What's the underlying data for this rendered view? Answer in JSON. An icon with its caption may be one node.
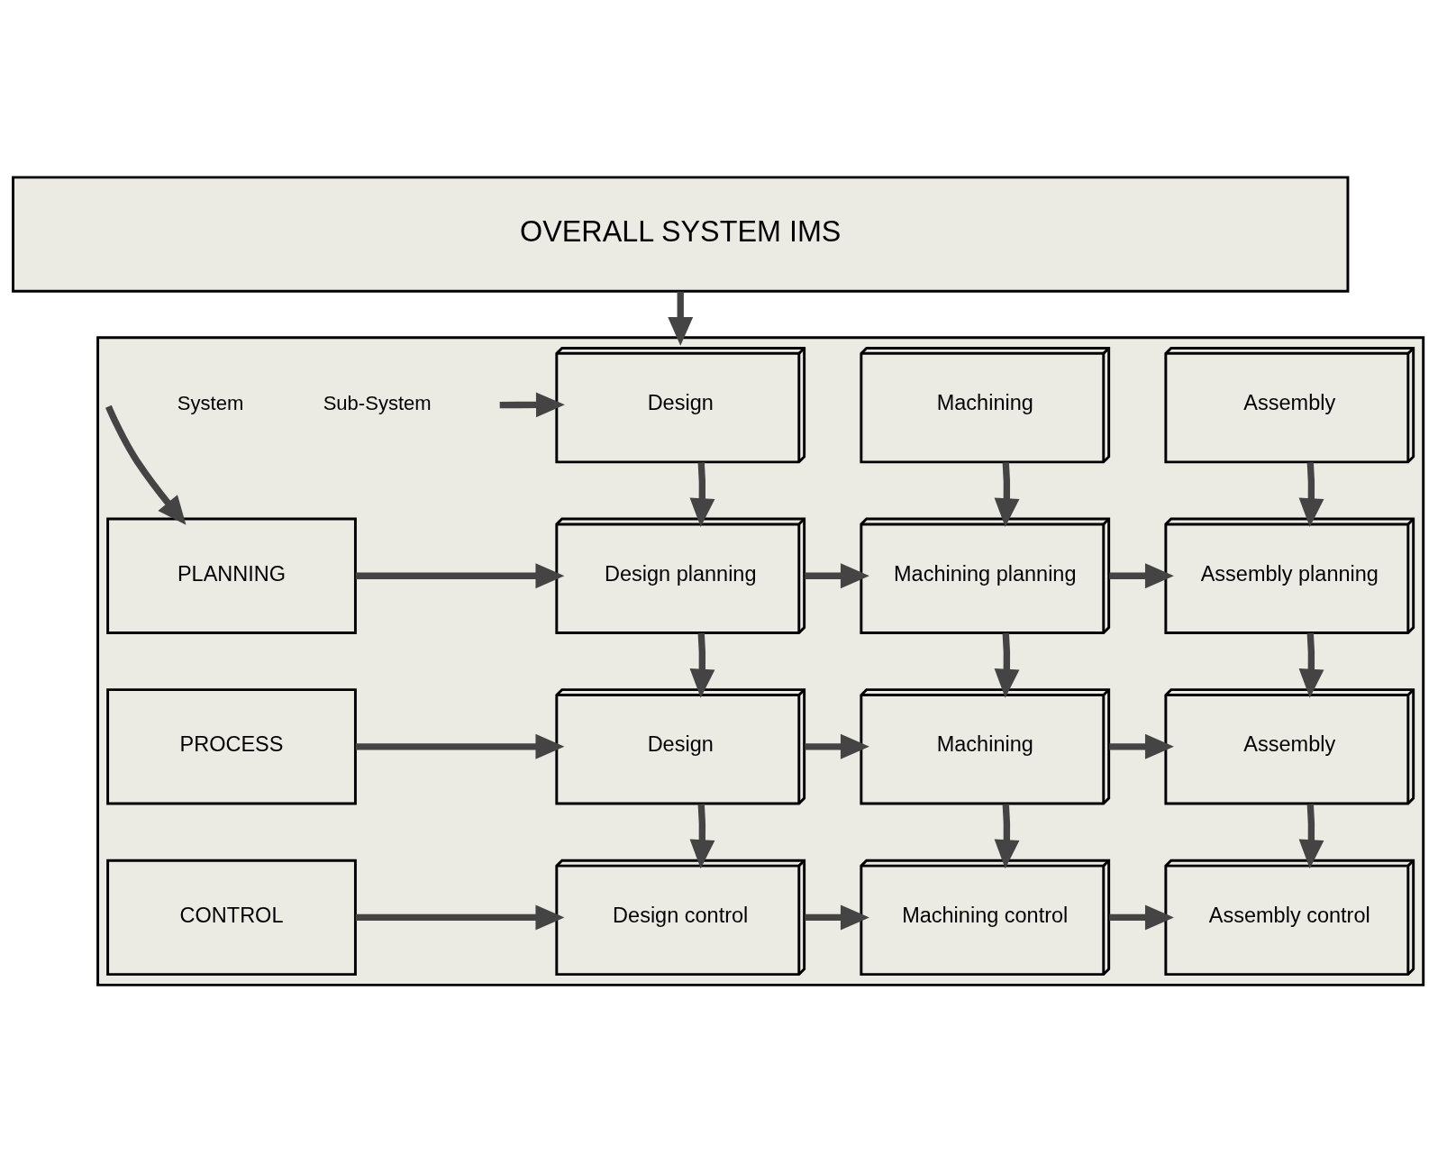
{
  "diagram": {
    "nodes": [
      {
        "text": [
          "OVERALL SYSTEM IMS"
        ]
      },
      {
        "text": [],
        "shape": "box"
      },
      {
        "text": [
          "Design"
        ],
        "in": 1
      },
      {
        "text": [
          "Machining"
        ],
        "in": 1
      },
      {
        "text": [
          "Assembly"
        ],
        "in": 1
      },
      {
        "text": [
          "PLANNING"
        ],
        "in": 1
      },
      {
        "text": [
          "Design planning"
        ],
        "in": 1
      },
      {
        "text": [
          "Machining planning"
        ],
        "in": 1
      },
      {
        "text": [
          "Assembly planning"
        ],
        "in": 1
      },
      {
        "text": [
          "PROCESS"
        ],
        "in": 1
      },
      {
        "text": [
          "Design"
        ],
        "in": 1
      },
      {
        "text": [
          "Machining"
        ],
        "in": 1
      },
      {
        "text": [
          "Assembly"
        ],
        "in": 1
      },
      {
        "text": [
          "CONTROL"
        ],
        "in": 1
      },
      {
        "text": [
          "Design control"
        ],
        "in": 1
      },
      {
        "text": [
          "Machining control"
        ],
        "in": 1
      },
      {
        "text": [
          "Assembly control"
        ],
        "in": 1
      }
    ],
    "edges": [
      {
        "from": 0,
        "to": 1,
        "arrow": "to"
      },
      {
        "from": null,
        "to": 2,
        "arrow": "to"
      },
      {
        "from": null,
        "to": 5,
        "arrow": "to"
      },
      {
        "from": 2,
        "to": 6,
        "arrow": "to"
      },
      {
        "from": 3,
        "to": 7,
        "arrow": "to"
      },
      {
        "from": 4,
        "to": 8,
        "arrow": "to"
      },
      {
        "from": 5,
        "to": 6,
        "arrow": "to"
      },
      {
        "from": 6,
        "to": 7,
        "arrow": "to"
      },
      {
        "from": 7,
        "to": 8,
        "arrow": "to"
      },
      {
        "from": 6,
        "to": 10,
        "arrow": "to"
      },
      {
        "from": 7,
        "to": 11,
        "arrow": "to"
      },
      {
        "from": 8,
        "to": 12,
        "arrow": "to"
      },
      {
        "from": 9,
        "to": 10,
        "arrow": "to"
      },
      {
        "from": 10,
        "to": 11,
        "arrow": "to"
      },
      {
        "from": 11,
        "to": 12,
        "arrow": "to"
      },
      {
        "from": 10,
        "to": 14,
        "arrow": "to"
      },
      {
        "from": 11,
        "to": 15,
        "arrow": "to"
      },
      {
        "from": 12,
        "to": 16,
        "arrow": "to"
      },
      {
        "from": 13,
        "to": 14,
        "arrow": "to"
      },
      {
        "from": 14,
        "to": 15,
        "arrow": "to"
      },
      {
        "from": 15,
        "to": 16,
        "arrow": "to"
      }
    ],
    "labels": [
      "Sub-System",
      "System"
    ]
  }
}
